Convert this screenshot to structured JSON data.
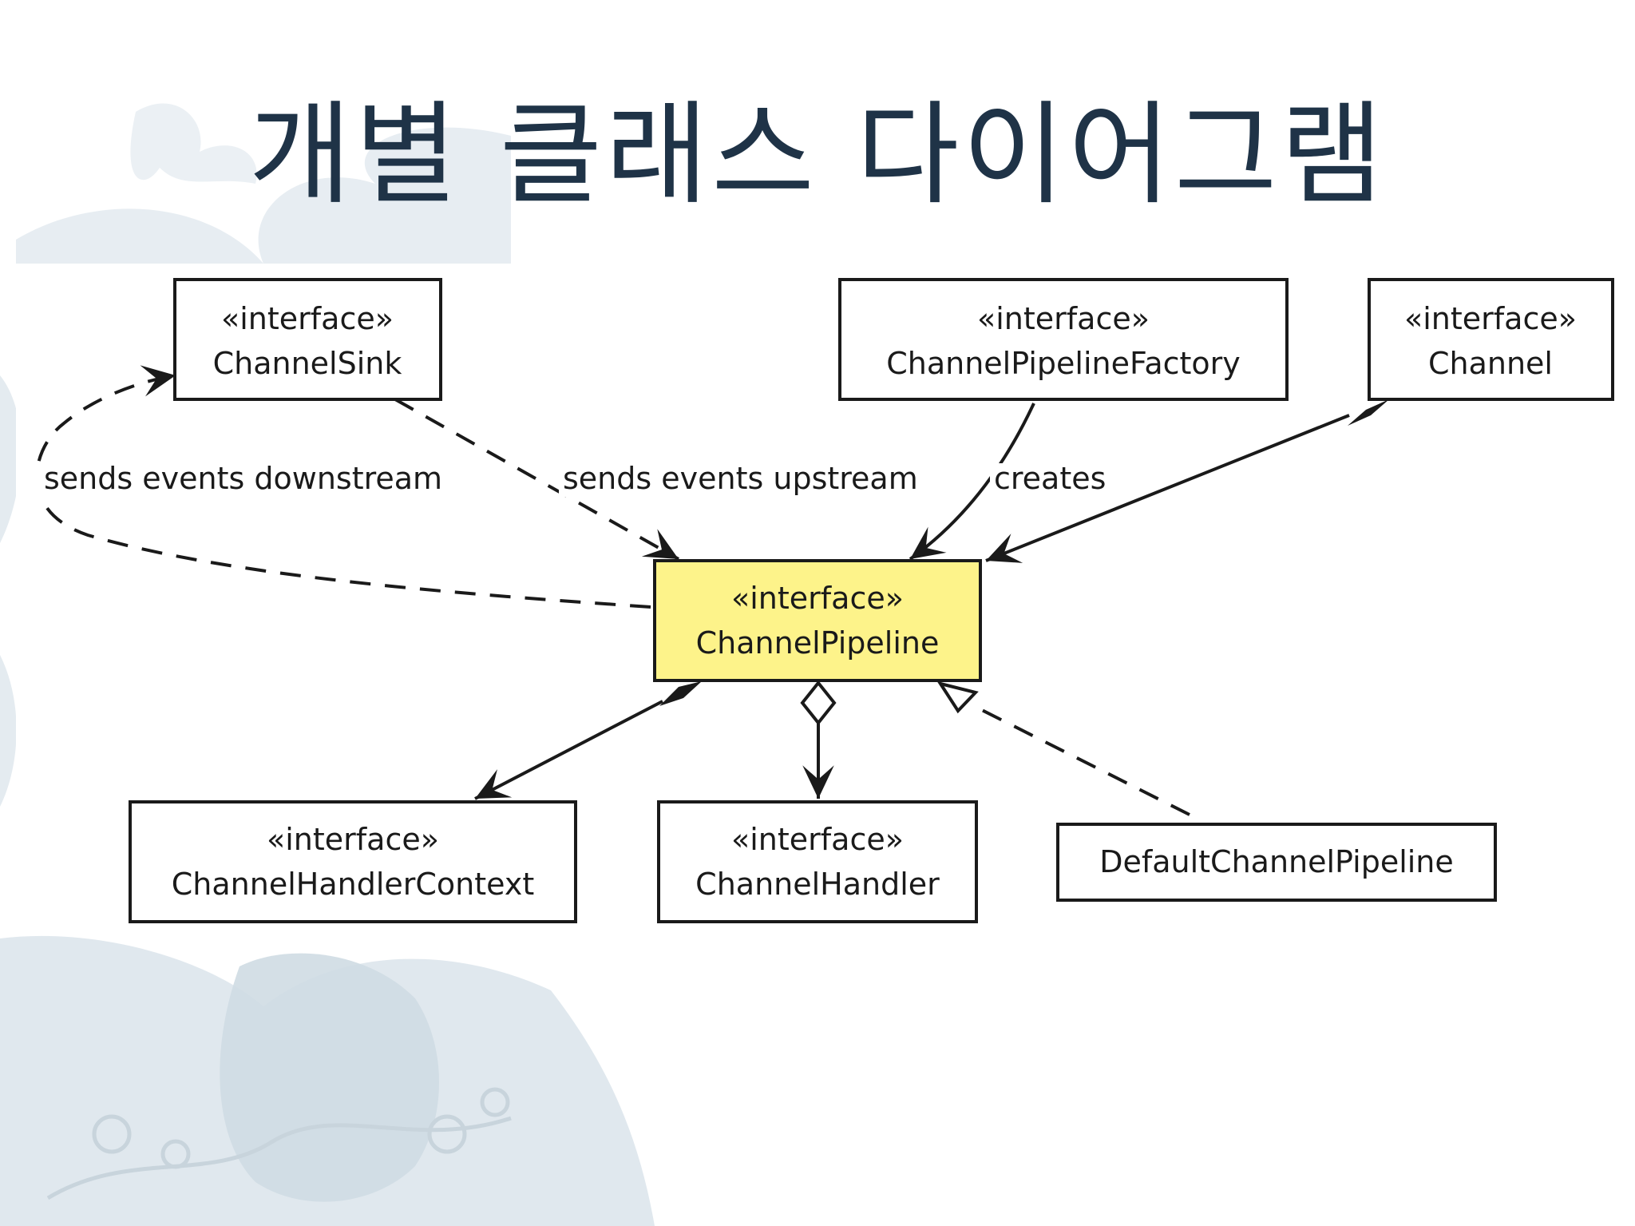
{
  "slide": {
    "title": "개별 클래스 다이어그램"
  },
  "diagram": {
    "colors": {
      "highlight_fill": "#fdf38a",
      "box_fill": "#ffffff",
      "stroke": "#1a1a1a",
      "title": "#1f3347",
      "background_ornament": "#dde6ec"
    },
    "nodes": {
      "channel_sink": {
        "stereotype": "«interface»",
        "name": "ChannelSink"
      },
      "channel_pipeline_factory": {
        "stereotype": "«interface»",
        "name": "ChannelPipelineFactory"
      },
      "channel": {
        "stereotype": "«interface»",
        "name": "Channel"
      },
      "channel_pipeline": {
        "stereotype": "«interface»",
        "name": "ChannelPipeline"
      },
      "channel_handler_context": {
        "stereotype": "«interface»",
        "name": "ChannelHandlerContext"
      },
      "channel_handler": {
        "stereotype": "«interface»",
        "name": "ChannelHandler"
      },
      "default_channel_pipeline": {
        "name": "DefaultChannelPipeline"
      }
    },
    "edge_labels": {
      "downstream": "sends events downstream",
      "upstream": "sends events upstream",
      "creates": "creates"
    }
  }
}
